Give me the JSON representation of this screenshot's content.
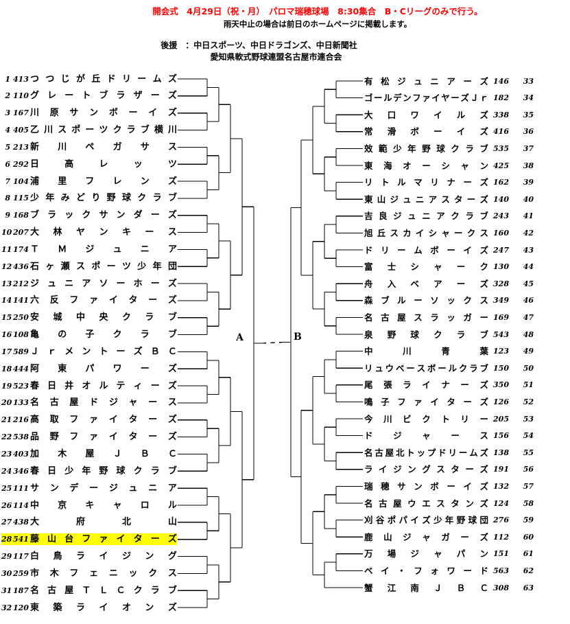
{
  "header": {
    "line1": "開会式　4月29日（祝・月）　パロマ瑞穂球場　8:30集合　B・Cリーグのみで行う。",
    "line2": "雨天中止の場合は前日のホームページに掲載します。",
    "line3": "後援　：中日スポーツ、中日ドラゴンズ、中日新聞社",
    "line4": "愛知県軟式野球連盟名古屋市連合会"
  },
  "center": {
    "a_label": "A",
    "b_label": "B"
  },
  "colors": {
    "header_red": "#ff0000",
    "highlight": "#ffff00",
    "line": "#000000"
  },
  "left_teams": [
    {
      "seed": 1,
      "number": "413",
      "name": "つつじが丘ドリームズ",
      "highlight": false
    },
    {
      "seed": 2,
      "number": "110",
      "name": "グレートブラザーズ",
      "highlight": false
    },
    {
      "seed": 3,
      "number": "167",
      "name": "川原サンボーイズ",
      "highlight": false
    },
    {
      "seed": 4,
      "number": "405",
      "name": "乙川スポーツクラブ横川",
      "highlight": false
    },
    {
      "seed": 5,
      "number": "213",
      "name": "新川ペガサス",
      "highlight": false
    },
    {
      "seed": 6,
      "number": "292",
      "name": "日高レッツ",
      "highlight": false
    },
    {
      "seed": 7,
      "number": "104",
      "name": "浦里フレンズ",
      "highlight": false
    },
    {
      "seed": 8,
      "number": "115",
      "name": "少年みどり野球クラブ",
      "highlight": false
    },
    {
      "seed": 9,
      "number": "168",
      "name": "ブラックサンダーズ",
      "highlight": false
    },
    {
      "seed": 10,
      "number": "207",
      "name": "大林ヤンキース",
      "highlight": false
    },
    {
      "seed": 11,
      "number": "174",
      "name": "ＴＭジュニア",
      "highlight": false
    },
    {
      "seed": 12,
      "number": "436",
      "name": "石ヶ瀬スポーツ少年団",
      "highlight": false
    },
    {
      "seed": 13,
      "number": "212",
      "name": "ジュニアソーホーズ",
      "highlight": false
    },
    {
      "seed": 14,
      "number": "141",
      "name": "六反ファイターズ",
      "highlight": false
    },
    {
      "seed": 15,
      "number": "250",
      "name": "安城中央クラブ",
      "highlight": false
    },
    {
      "seed": 16,
      "number": "108",
      "name": "亀の子クラブ",
      "highlight": false
    },
    {
      "seed": 17,
      "number": "589",
      "name": "ＪｒメントーズＢＣ",
      "highlight": false
    },
    {
      "seed": 18,
      "number": "444",
      "name": "阿東パワーズ",
      "highlight": false
    },
    {
      "seed": 19,
      "number": "523",
      "name": "春日井オルティーズ",
      "highlight": false
    },
    {
      "seed": 20,
      "number": "133",
      "name": "名古屋ドジャース",
      "highlight": false
    },
    {
      "seed": 21,
      "number": "216",
      "name": "高取ファイターズ",
      "highlight": false
    },
    {
      "seed": 22,
      "number": "538",
      "name": "品野ファイターズ",
      "highlight": false
    },
    {
      "seed": 23,
      "number": "403",
      "name": "加木屋ＪＢＣ",
      "highlight": false
    },
    {
      "seed": 24,
      "number": "346",
      "name": "春日少年野球クラブ",
      "highlight": false
    },
    {
      "seed": 25,
      "number": "111",
      "name": "サンデージュニア",
      "highlight": false
    },
    {
      "seed": 26,
      "number": "114",
      "name": "中京キャロル",
      "highlight": false
    },
    {
      "seed": 27,
      "number": "438",
      "name": "大府北山",
      "highlight": false
    },
    {
      "seed": 28,
      "number": "541",
      "name": "藤山台ファイターズ",
      "highlight": true
    },
    {
      "seed": 29,
      "number": "117",
      "name": "白鳥ライジング",
      "highlight": false
    },
    {
      "seed": 30,
      "number": "259",
      "name": "市木フェニックス",
      "highlight": false
    },
    {
      "seed": 31,
      "number": "187",
      "name": "名古屋ＴＬＣクラブ",
      "highlight": false
    },
    {
      "seed": 32,
      "number": "120",
      "name": "東築ライオンズ",
      "highlight": false
    }
  ],
  "right_teams": [
    {
      "seed": 33,
      "number": "146",
      "name": "有松ジュニアーズ"
    },
    {
      "seed": 34,
      "number": "182",
      "name": "ゴールデンファイヤーズＪｒ"
    },
    {
      "seed": 35,
      "number": "338",
      "name": "大口ワイルズ"
    },
    {
      "seed": 36,
      "number": "416",
      "name": "常滑ボーイズ"
    },
    {
      "seed": 37,
      "number": "535",
      "name": "效範少年野球クラブ"
    },
    {
      "seed": 38,
      "number": "425",
      "name": "東海オーシャン"
    },
    {
      "seed": 39,
      "number": "162",
      "name": "リトルマリナーズ"
    },
    {
      "seed": 40,
      "number": "140",
      "name": "東山ジュニアスターズ"
    },
    {
      "seed": 41,
      "number": "243",
      "name": "吉良ジュニアクラブ"
    },
    {
      "seed": 42,
      "number": "160",
      "name": "旭丘スカイシャークス"
    },
    {
      "seed": 43,
      "number": "247",
      "name": "ドリームボーイズ"
    },
    {
      "seed": 44,
      "number": "130",
      "name": "富士シャーク"
    },
    {
      "seed": 45,
      "number": "328",
      "name": "舟入ベアーズ"
    },
    {
      "seed": 46,
      "number": "349",
      "name": "森ブルーソックス"
    },
    {
      "seed": 47,
      "number": "169",
      "name": "名古屋スラッガー"
    },
    {
      "seed": 48,
      "number": "543",
      "name": "泉野球クラブ"
    },
    {
      "seed": 49,
      "number": "123",
      "name": "中川青葉"
    },
    {
      "seed": 50,
      "number": "150",
      "name": "リュウベースボールクラブ"
    },
    {
      "seed": 51,
      "number": "350",
      "name": "尾張ライナーズ"
    },
    {
      "seed": 52,
      "number": "126",
      "name": "鳴子ファイターズ"
    },
    {
      "seed": 53,
      "number": "205",
      "name": "今川ビクトリー"
    },
    {
      "seed": 54,
      "number": "156",
      "name": "ドジャース"
    },
    {
      "seed": 55,
      "number": "138",
      "name": "名古屋北トップドリームズ"
    },
    {
      "seed": 56,
      "number": "191",
      "name": "ライジングスターズ"
    },
    {
      "seed": 57,
      "number": "132",
      "name": "瑞穂サンボーイズ"
    },
    {
      "seed": 58,
      "number": "124",
      "name": "名古屋ウエスタンズ"
    },
    {
      "seed": 59,
      "number": "276",
      "name": "刈谷ポパイズ少年野球団"
    },
    {
      "seed": 60,
      "number": "112",
      "name": "鹿山ジャガーズ"
    },
    {
      "seed": 61,
      "number": "151",
      "name": "万場ジャパン"
    },
    {
      "seed": 62,
      "number": "563",
      "name": "ベイ・フォワード"
    },
    {
      "seed": 63,
      "number": "308",
      "name": "蟹江南ＪＢＣ",
      "bye": true
    }
  ]
}
